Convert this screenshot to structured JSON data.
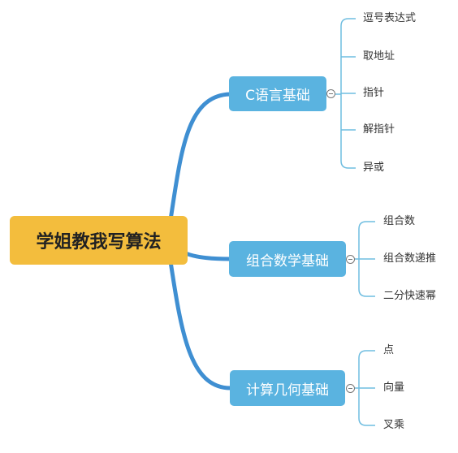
{
  "root": {
    "label": "学姐教我写算法"
  },
  "branches": [
    {
      "label": "C语言基础",
      "leaves": [
        "逗号表达式",
        "取地址",
        "指针",
        "解指针",
        "异或"
      ]
    },
    {
      "label": "组合数学基础",
      "leaves": [
        "组合数",
        "组合数递推",
        "二分快速幂"
      ]
    },
    {
      "label": "计算几何基础",
      "leaves": [
        "点",
        "向量",
        "叉乘"
      ]
    }
  ],
  "colors": {
    "root": "#f3bd3d",
    "branch": "#5ab3e0",
    "connector": "#3f8fd2",
    "bracket": "#6fbde0"
  }
}
